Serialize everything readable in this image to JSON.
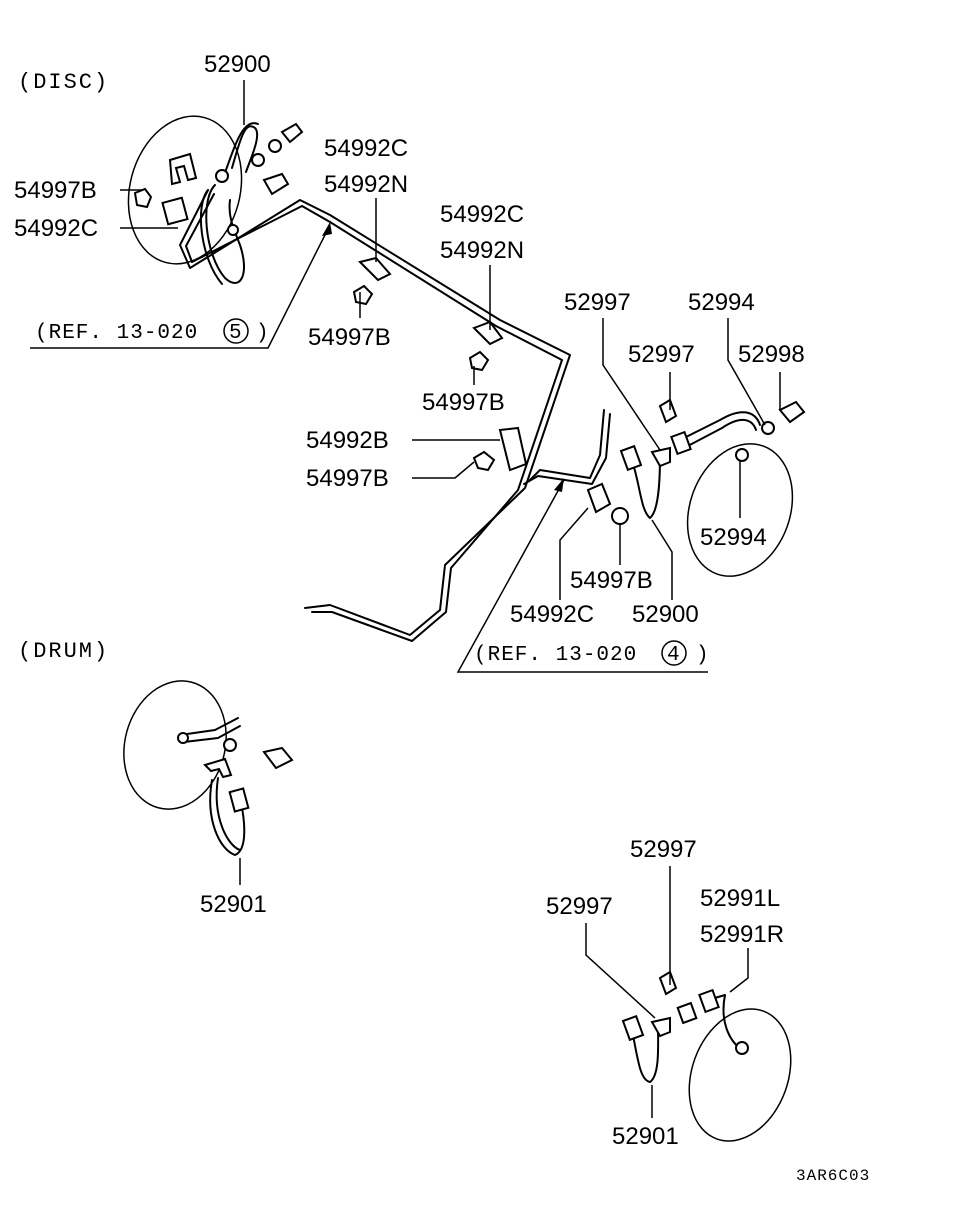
{
  "sections": {
    "disc": "(DISC)",
    "drum": "(DRUM)"
  },
  "references": {
    "ref5_text": "(REF. 13-020",
    "ref5_num": "5",
    "ref4_text": "(REF. 13-020",
    "ref4_num": "4",
    "close": ")"
  },
  "labels": {
    "p52900_top": "52900",
    "p54997B_left": "54997B",
    "p54992C_left": "54992C",
    "p54992C_a": "54992C",
    "p54992N_a": "54992N",
    "p54997B_a": "54997B",
    "p54992C_b": "54992C",
    "p54992N_b": "54992N",
    "p54997B_b": "54997B",
    "p54992B": "54992B",
    "p54997B_c": "54997B",
    "p52997_a": "52997",
    "p52994_a": "52994",
    "p52997_b": "52997",
    "p52998": "52998",
    "p52994_b": "52994",
    "p54997B_d": "54997B",
    "p54992C_c": "54992C",
    "p52900_b": "52900",
    "p52901_drum": "52901",
    "p52997_c": "52997",
    "p52997_d": "52997",
    "p52991L": "52991L",
    "p52991R": "52991R",
    "p52901_b": "52901"
  },
  "diagram_code": "3AR6C03"
}
